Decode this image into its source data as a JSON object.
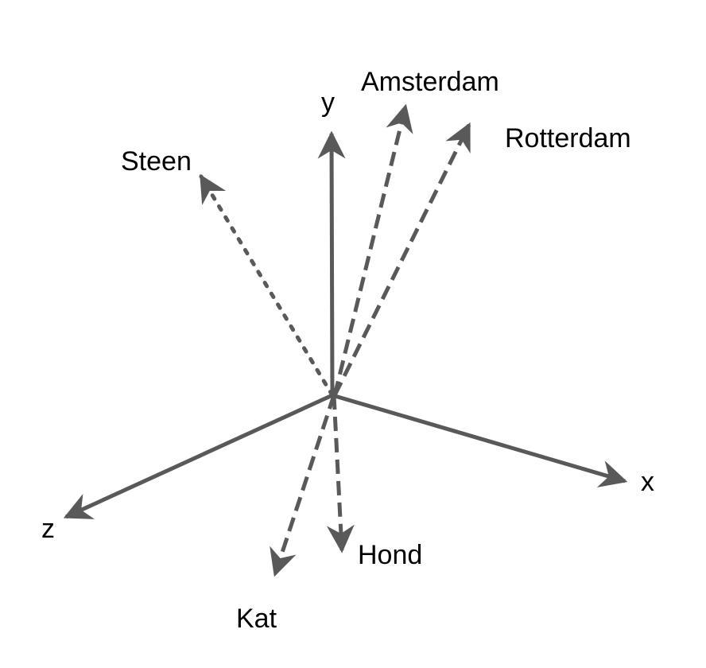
{
  "colors": {
    "line": "#595959",
    "text": "#000000",
    "background": "#ffffff"
  },
  "axes": {
    "x": "x",
    "y": "y",
    "z": "z"
  },
  "vectors": {
    "amsterdam": "Amsterdam",
    "rotterdam": "Rotterdam",
    "steen": "Steen",
    "hond": "Hond",
    "kat": "Kat"
  }
}
